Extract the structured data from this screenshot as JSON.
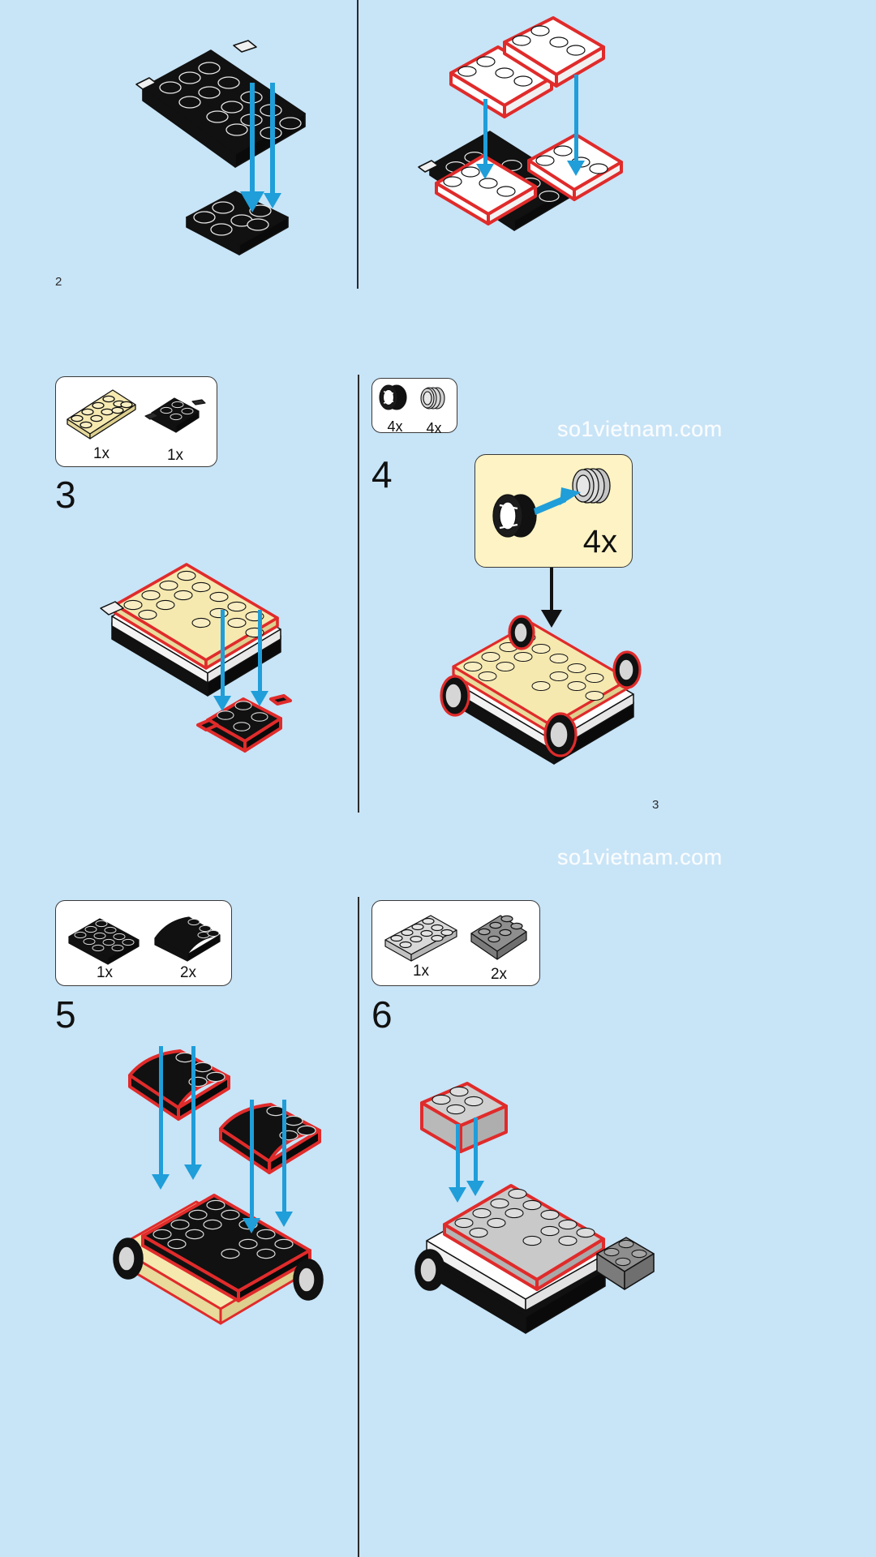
{
  "document": {
    "type": "lego-building-instructions",
    "background_color": "#c8e4f7",
    "highlight_color": "#e02b2b",
    "arrow_color": "#1f9ed9",
    "hint_box_color": "#fdf3c4"
  },
  "watermarks": [
    {
      "text": "so1vietnam.com"
    },
    {
      "text": "so1vietnam.com"
    }
  ],
  "pages": [
    {
      "number": "2"
    },
    {
      "number": "3"
    }
  ],
  "panels": [
    {
      "id": "panel-step1-continued",
      "step_number": "",
      "description": "Black 2x6 plate with pin connectors aligned above a black 2x4 plate",
      "arrows": 2
    },
    {
      "id": "panel-step2-continued",
      "step_number": "",
      "description": "Two white 1x4 plates descending onto the black chassis assembly",
      "arrows": 2
    },
    {
      "id": "panel-step3",
      "step_number": "3",
      "parts": [
        {
          "name": "tan-plate-2x6",
          "color": "#f5e9b0",
          "quantity": "1x"
        },
        {
          "name": "black-wheel-holder",
          "color": "#1a1a1a",
          "quantity": "1x"
        }
      ],
      "description": "Tan 2x6 plate assembled on top of the chassis; black wheel holder attaches below"
    },
    {
      "id": "panel-step4",
      "step_number": "4",
      "parts": [
        {
          "name": "black-tire",
          "color": "#1a1a1a",
          "quantity": "4x"
        },
        {
          "name": "light-gray-wheel-hub",
          "color": "#c9c9c9",
          "quantity": "4x"
        }
      ],
      "hint": {
        "quantity": "4x",
        "description": "Press tire onto wheel hub, make four wheels"
      },
      "description": "Four assembled wheels attach to the car chassis"
    },
    {
      "id": "panel-step5",
      "step_number": "5",
      "parts": [
        {
          "name": "black-plate-4x6",
          "color": "#1a1a1a",
          "quantity": "1x"
        },
        {
          "name": "black-curved-slope-2x4",
          "color": "#1a1a1a",
          "quantity": "2x"
        }
      ],
      "description": "Black plate and two black curved slopes lower onto the chassis"
    },
    {
      "id": "panel-step6",
      "step_number": "6",
      "parts": [
        {
          "name": "light-gray-plate-2x6",
          "color": "#d2d2d2",
          "quantity": "1x"
        },
        {
          "name": "dark-gray-plate-2x3",
          "color": "#9a9a9a",
          "quantity": "2x"
        }
      ],
      "description": "Light gray plate lowers onto the car body"
    }
  ]
}
